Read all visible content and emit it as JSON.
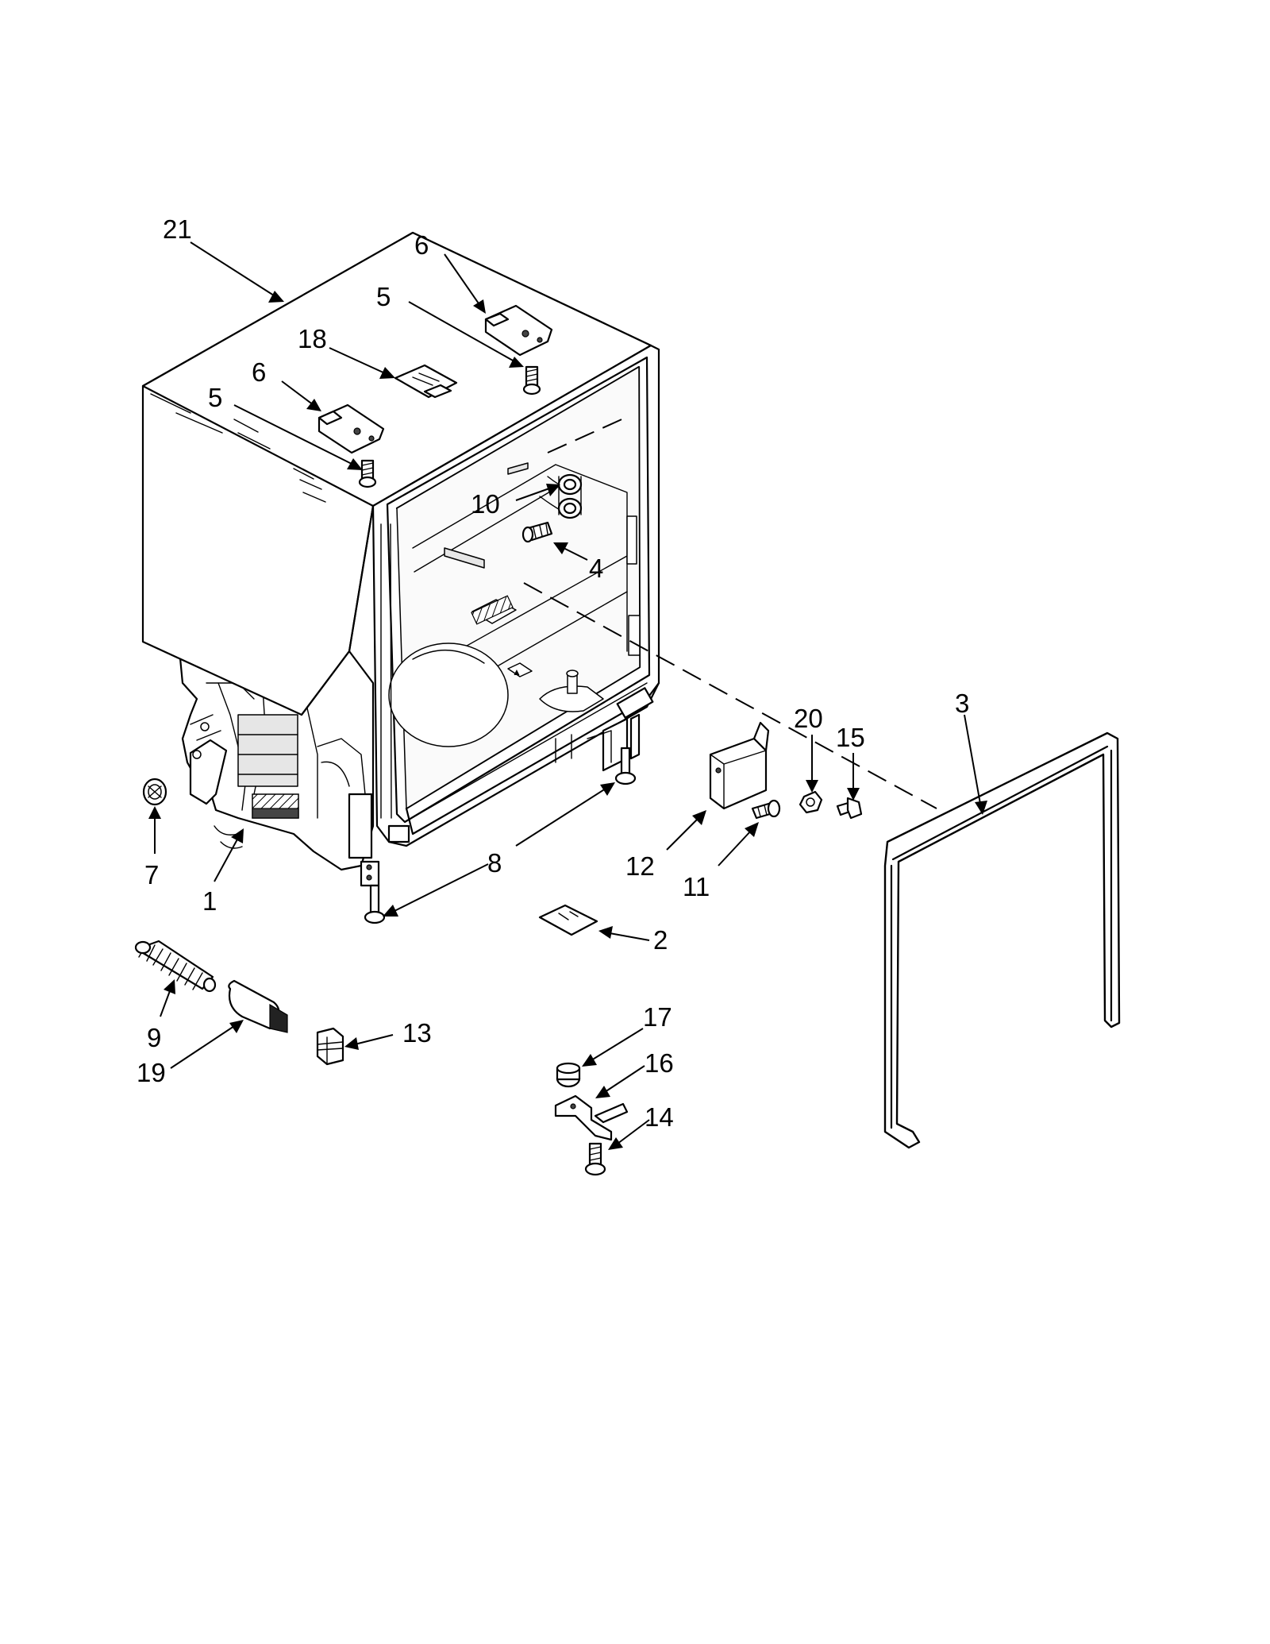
{
  "diagram": {
    "callouts": [
      {
        "id": "21",
        "label": "21"
      },
      {
        "id": "6a",
        "label": "6"
      },
      {
        "id": "5a",
        "label": "5"
      },
      {
        "id": "18",
        "label": "18"
      },
      {
        "id": "6b",
        "label": "6"
      },
      {
        "id": "5b",
        "label": "5"
      },
      {
        "id": "10",
        "label": "10"
      },
      {
        "id": "4",
        "label": "4"
      },
      {
        "id": "3",
        "label": "3"
      },
      {
        "id": "20",
        "label": "20"
      },
      {
        "id": "15",
        "label": "15"
      },
      {
        "id": "7",
        "label": "7"
      },
      {
        "id": "1",
        "label": "1"
      },
      {
        "id": "8",
        "label": "8"
      },
      {
        "id": "12",
        "label": "12"
      },
      {
        "id": "11",
        "label": "11"
      },
      {
        "id": "2",
        "label": "2"
      },
      {
        "id": "17",
        "label": "17"
      },
      {
        "id": "16",
        "label": "16"
      },
      {
        "id": "14",
        "label": "14"
      },
      {
        "id": "9",
        "label": "9"
      },
      {
        "id": "19",
        "label": "19"
      },
      {
        "id": "13",
        "label": "13"
      }
    ]
  }
}
